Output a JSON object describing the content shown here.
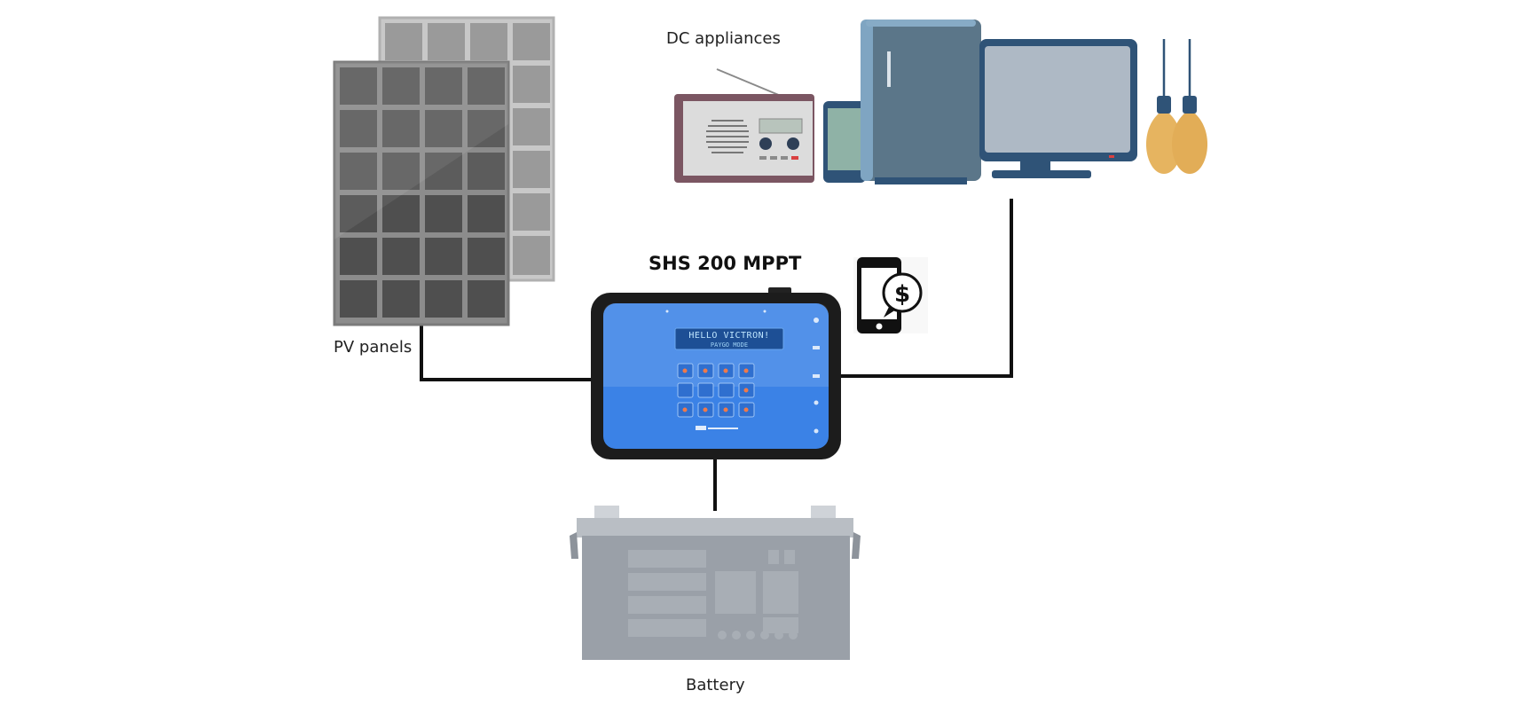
{
  "labels": {
    "pv_panels": "PV panels",
    "dc_appliances": "DC appliances",
    "device": "SHS 200 MPPT",
    "battery": "Battery"
  },
  "lcd": {
    "line1": "HELLO VICTRON!",
    "line2": "PAYGO MODE"
  },
  "icons": {
    "pv": "solar-panel-icon",
    "radio": "radio-icon",
    "phone": "smartphone-icon",
    "fridge": "refrigerator-icon",
    "monitor": "monitor-icon",
    "bulb": "light-bulb-icon",
    "payment": "mobile-payment-icon",
    "battery": "battery-icon"
  },
  "colors": {
    "panel_dark": "#555555",
    "panel_light": "#9a9a9a",
    "controller_body": "#1c1c1c",
    "controller_screen": "#3b82e6",
    "fridge": "#5b7689",
    "monitor_frame": "#2f5377",
    "monitor_screen": "#aeb9c5",
    "radio_case": "#7b5662",
    "bulb": "#e6b460",
    "battery": "#9aa0a8",
    "wire": "#111111"
  }
}
